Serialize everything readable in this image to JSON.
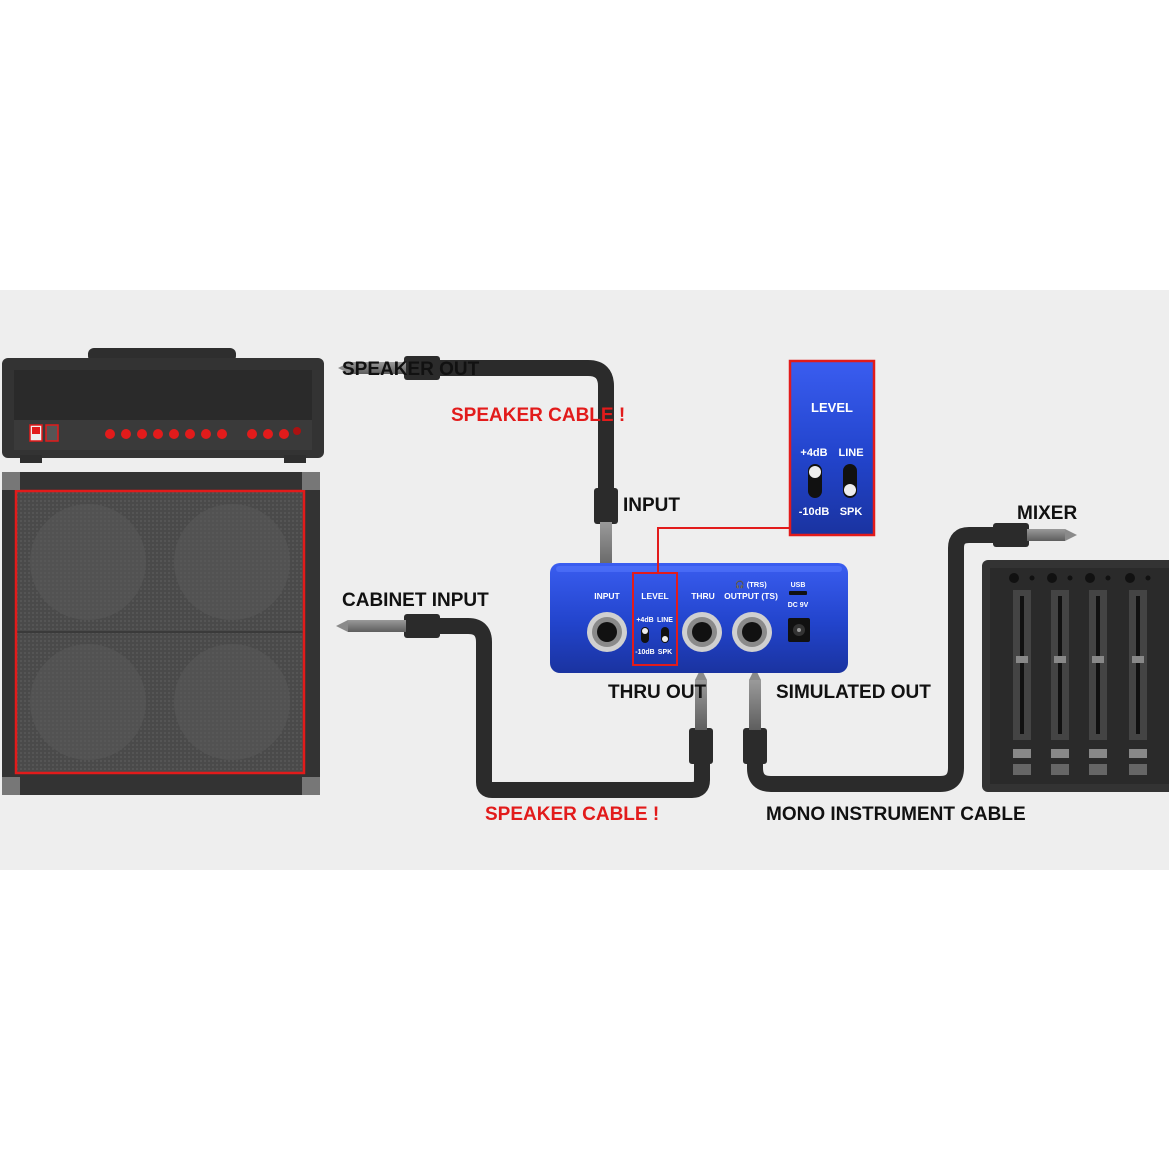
{
  "labels": {
    "speaker_out": "SPEAKER OUT",
    "speaker_cable_top": "SPEAKER CABLE !",
    "input": "INPUT",
    "cabinet_input": "CABINET INPUT",
    "thru_out": "THRU OUT",
    "simulated_out": "SIMULATED OUT",
    "speaker_cable_bottom": "SPEAKER CABLE !",
    "mono_instrument_cable": "MONO INSTRUMENT CABLE",
    "mixer": "MIXER"
  },
  "device": {
    "input": "INPUT",
    "level": "LEVEL",
    "plus4": "+4dB",
    "minus10": "-10dB",
    "line": "LINE",
    "spk": "SPK",
    "thru": "THRU",
    "trs": "🎧 (TRS)",
    "output_ts": "OUTPUT (TS)",
    "usb": "USB",
    "dc": "DC 9V"
  },
  "zoom": {
    "level": "LEVEL",
    "plus4": "+4dB",
    "minus10": "-10dB",
    "line": "LINE",
    "spk": "SPK"
  },
  "colors": {
    "device_blue": "#2244cc",
    "highlight_red": "#e21b1b",
    "cable": "#2b2b2b",
    "background": "#eeeeee"
  }
}
